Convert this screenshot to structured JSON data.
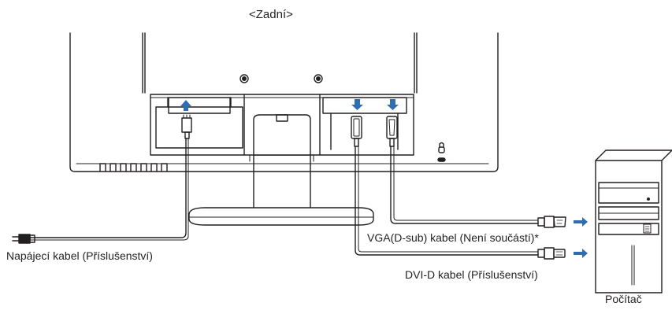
{
  "title": "<Zadní>",
  "labels": {
    "power_cable": "Napájecí kabel (Příslušenství)",
    "vga_cable": "VGA(D-sub) kabel (Není součástí)*",
    "dvi_cable": "DVI-D kabel (Příslušenství)",
    "computer": "Počítač"
  },
  "colors": {
    "line": "#231f20",
    "arrow": "#2f6db3",
    "background": "#ffffff"
  },
  "icons": [
    "monitor-back",
    "power-plug",
    "dvi-connector",
    "vga-connector",
    "computer-tower",
    "arrow-up",
    "arrow-down",
    "arrow-right"
  ]
}
